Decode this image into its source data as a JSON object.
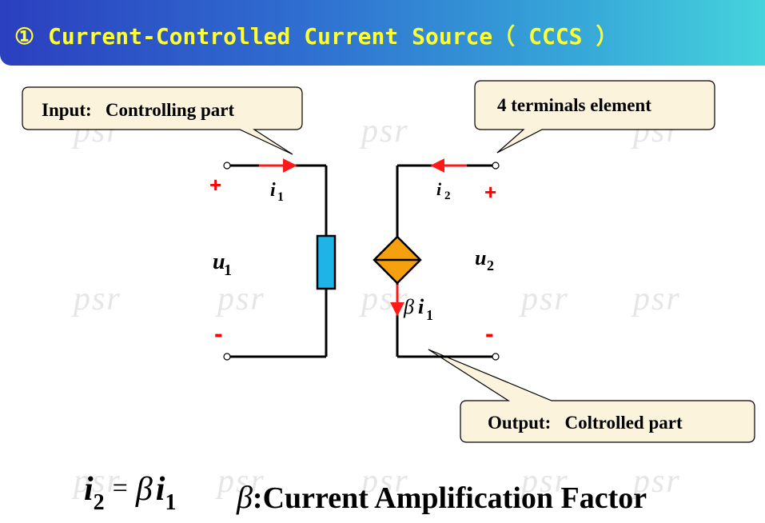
{
  "header": {
    "title": "① Current-Controlled Current Source（ CCCS ）"
  },
  "watermark": "psr",
  "callouts": {
    "input": "Input:   Controlling part",
    "terminals": "4 terminals element",
    "output": "Output:   Coltrolled part"
  },
  "circuit": {
    "plus_left": "+",
    "minus_left": "-",
    "plus_right": "+",
    "minus_right": "-",
    "i1_symbol": "i",
    "i1_sub": "1",
    "i2_symbol": "i",
    "i2_sub": "2",
    "u1_symbol": "u",
    "u1_sub": "1",
    "u2_symbol": "u",
    "u2_sub": "2",
    "source_beta": "β",
    "source_i": "i",
    "source_sub": "1"
  },
  "formula": {
    "lhs_var": "i",
    "lhs_sub": "2",
    "equals": "=",
    "beta": "β",
    "rhs_var": "i",
    "rhs_sub": "1"
  },
  "factor": {
    "beta": "β",
    "text": ":Current Amplification Factor"
  },
  "colors": {
    "header_start": "#2b3fbf",
    "header_end": "#45d3dc",
    "title": "#ffff33",
    "callout_fill": "#fcf3dc",
    "arrow_red": "#ff1a1a",
    "resistor": "#1fb4e8",
    "source": "#f5a00f",
    "sign_red": "#ff0000"
  }
}
